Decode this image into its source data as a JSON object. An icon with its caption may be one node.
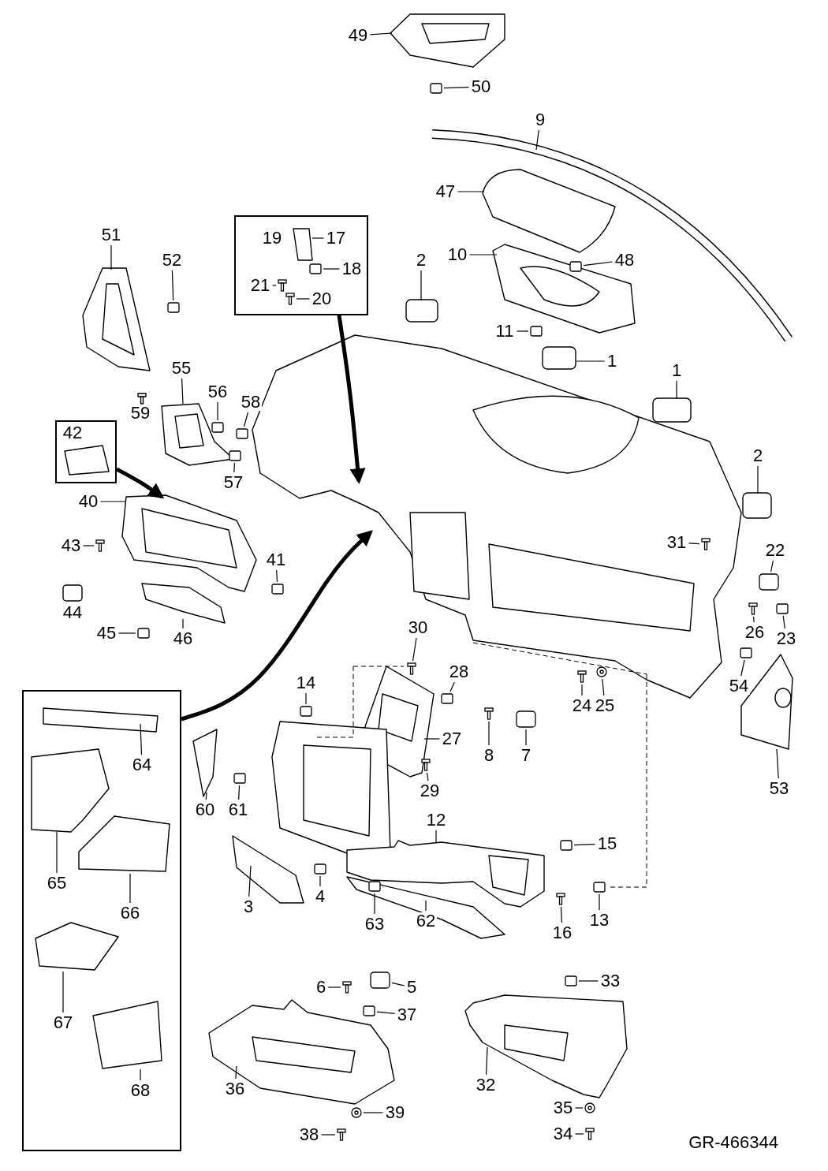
{
  "diagram": {
    "nodes": [
      {
        "text": [
          "49"
        ]
      },
      {
        "text": [
          "50"
        ]
      },
      {
        "text": [
          "9"
        ]
      },
      {
        "text": [
          "47"
        ]
      },
      {
        "text": [],
        "shape": "box"
      },
      {
        "text": [
          "19"
        ],
        "in": 4
      },
      {
        "text": [
          "17"
        ],
        "in": 4
      },
      {
        "text": [
          "18"
        ],
        "in": 4
      },
      {
        "text": [
          "21"
        ],
        "in": 4
      },
      {
        "text": [
          "20"
        ],
        "in": 4
      },
      {
        "text": [
          "51"
        ]
      },
      {
        "text": [
          "52"
        ]
      },
      {
        "text": [
          "10"
        ]
      },
      {
        "text": [
          "48"
        ]
      },
      {
        "text": [
          "2"
        ]
      },
      {
        "text": [
          "11"
        ]
      },
      {
        "text": [
          "1"
        ]
      },
      {
        "text": [
          "1"
        ]
      },
      {
        "text": [
          "55"
        ]
      },
      {
        "text": [
          "56"
        ]
      },
      {
        "text": [
          "58"
        ]
      },
      {
        "text": [],
        "shape": "box"
      },
      {
        "text": [
          "42"
        ],
        "in": 21
      },
      {
        "text": [
          "2"
        ]
      },
      {
        "text": [
          "40"
        ]
      },
      {
        "text": [
          "43"
        ]
      },
      {
        "text": [
          "57"
        ]
      },
      {
        "text": [
          "31"
        ]
      },
      {
        "text": [
          "22"
        ]
      },
      {
        "text": [
          "41"
        ]
      },
      {
        "text": [
          "45"
        ]
      },
      {
        "text": [
          "46"
        ]
      },
      {
        "text": [
          "26"
        ]
      },
      {
        "text": [
          "23"
        ]
      },
      {
        "text": [
          "30"
        ]
      },
      {
        "text": [
          "54"
        ]
      },
      {
        "text": [
          "28"
        ]
      },
      {
        "text": [],
        "shape": "box"
      },
      {
        "text": [
          "64"
        ],
        "in": 37
      },
      {
        "text": [
          "65"
        ],
        "in": 37
      },
      {
        "text": [
          "66"
        ],
        "in": 37
      },
      {
        "text": [
          "67"
        ],
        "in": 37
      },
      {
        "text": [
          "68"
        ],
        "in": 37
      },
      {
        "text": [
          "14"
        ]
      },
      {
        "text": [
          "24"
        ]
      },
      {
        "text": [
          "25"
        ]
      },
      {
        "text": [
          "27"
        ]
      },
      {
        "text": [
          "8"
        ]
      },
      {
        "text": [
          "7"
        ]
      },
      {
        "text": [
          "53"
        ]
      },
      {
        "text": [
          "29"
        ]
      },
      {
        "text": [
          "60"
        ]
      },
      {
        "text": [
          "61"
        ]
      },
      {
        "text": [
          "12"
        ]
      },
      {
        "text": [
          "15"
        ]
      },
      {
        "text": [
          "3"
        ]
      },
      {
        "text": [
          "4"
        ]
      },
      {
        "text": [
          "63"
        ]
      },
      {
        "text": [
          "62"
        ]
      },
      {
        "text": [
          "16"
        ]
      },
      {
        "text": [
          "13"
        ]
      },
      {
        "text": [
          "6"
        ]
      },
      {
        "text": [
          "5"
        ]
      },
      {
        "text": [
          "33"
        ]
      },
      {
        "text": [
          "37"
        ]
      },
      {
        "text": [
          "36"
        ]
      },
      {
        "text": [
          "32"
        ]
      },
      {
        "text": [
          "39"
        ]
      },
      {
        "text": [
          "35"
        ]
      },
      {
        "text": [
          "38"
        ]
      },
      {
        "text": [
          "34"
        ]
      },
      {
        "text": [],
        "shape": "clip"
      },
      {
        "text": [],
        "shape": "clip"
      },
      {
        "text": [],
        "shape": "clip",
        "in": 4
      },
      {
        "text": [],
        "shape": "screw",
        "in": 4
      },
      {
        "text": [],
        "shape": "screw",
        "in": 4
      },
      {
        "text": [],
        "shape": "clip"
      },
      {
        "text": [],
        "shape": "clip"
      },
      {
        "text": [],
        "shape": "clip"
      },
      {
        "text": [],
        "shape": "clip"
      },
      {
        "text": [],
        "shape": "clip"
      },
      {
        "text": [],
        "shape": "screw"
      },
      {
        "text": [],
        "shape": "screw"
      },
      {
        "text": [],
        "shape": "block"
      },
      {
        "text": [],
        "shape": "clip"
      },
      {
        "text": [],
        "shape": "screw"
      },
      {
        "text": [],
        "shape": "clip"
      },
      {
        "text": [],
        "shape": "clip"
      },
      {
        "text": [],
        "shape": "clip"
      },
      {
        "text": [],
        "shape": "screw"
      },
      {
        "text": [],
        "shape": "washer"
      },
      {
        "text": [],
        "shape": "screw"
      },
      {
        "text": [],
        "shape": "clip"
      },
      {
        "text": [],
        "shape": "clip"
      },
      {
        "text": [],
        "shape": "screw"
      },
      {
        "text": [],
        "shape": "block"
      },
      {
        "text": [],
        "shape": "screw"
      },
      {
        "text": [],
        "shape": "clip"
      },
      {
        "text": [],
        "shape": "clip"
      },
      {
        "text": [],
        "shape": "clip"
      },
      {
        "text": [],
        "shape": "clip"
      },
      {
        "text": [],
        "shape": "clip"
      },
      {
        "text": [],
        "shape": "screw"
      },
      {
        "text": [],
        "shape": "block"
      },
      {
        "text": [],
        "shape": "clip"
      },
      {
        "text": [],
        "shape": "screw"
      },
      {
        "text": [],
        "shape": "clip"
      },
      {
        "text": [],
        "shape": "washer"
      },
      {
        "text": [],
        "shape": "washer"
      },
      {
        "text": [],
        "shape": "screw"
      },
      {
        "text": [],
        "shape": "screw"
      }
    ],
    "edges": [
      {
        "from": 0,
        "to": null,
        "arrow": "none"
      },
      {
        "from": 1,
        "to": 71,
        "arrow": "none"
      },
      {
        "from": 2,
        "to": null,
        "arrow": "none"
      },
      {
        "from": 3,
        "to": null,
        "arrow": "none"
      },
      {
        "from": 4,
        "to": null,
        "arrow": "to",
        "style": "thick"
      },
      {
        "from": 6,
        "to": null,
        "arrow": "none"
      },
      {
        "from": 7,
        "to": 73,
        "arrow": "none"
      },
      {
        "from": 8,
        "to": 74,
        "arrow": "none"
      },
      {
        "from": 9,
        "to": 75,
        "arrow": "none"
      },
      {
        "from": 10,
        "to": null,
        "arrow": "none"
      },
      {
        "from": 11,
        "to": 76,
        "arrow": "none"
      },
      {
        "from": 12,
        "to": null,
        "arrow": "none"
      },
      {
        "from": 13,
        "to": 72,
        "arrow": "none"
      },
      {
        "from": 14,
        "to": null,
        "arrow": "none"
      },
      {
        "from": 15,
        "to": 77,
        "arrow": "none"
      },
      {
        "from": 16,
        "to": null,
        "arrow": "none"
      },
      {
        "from": 17,
        "to": null,
        "arrow": "none"
      },
      {
        "from": 18,
        "to": null,
        "arrow": "none"
      },
      {
        "from": 19,
        "to": 78,
        "arrow": "none"
      },
      {
        "from": 20,
        "to": 79,
        "arrow": "none"
      },
      {
        "from": 21,
        "to": null,
        "arrow": "to",
        "style": "thick"
      },
      {
        "from": 23,
        "to": null,
        "arrow": "none"
      },
      {
        "from": 24,
        "to": null,
        "arrow": "none"
      },
      {
        "from": 25,
        "to": 82,
        "arrow": "none"
      },
      {
        "from": 26,
        "to": 80,
        "arrow": "none"
      },
      {
        "from": 27,
        "to": 81,
        "arrow": "none"
      },
      {
        "from": 28,
        "to": 83,
        "arrow": "none"
      },
      {
        "from": 29,
        "to": 84,
        "arrow": "none"
      },
      {
        "from": 30,
        "to": 87,
        "arrow": "none"
      },
      {
        "from": 31,
        "to": null,
        "arrow": "none"
      },
      {
        "from": 32,
        "to": 85,
        "arrow": "none"
      },
      {
        "from": 33,
        "to": 86,
        "arrow": "none"
      },
      {
        "from": 34,
        "to": 89,
        "arrow": "none"
      },
      {
        "from": 35,
        "to": 88,
        "arrow": "none"
      },
      {
        "from": 36,
        "to": 92,
        "arrow": "none"
      },
      {
        "from": 37,
        "to": null,
        "arrow": "to",
        "style": "thick"
      },
      {
        "from": 38,
        "to": null,
        "arrow": "none"
      },
      {
        "from": 39,
        "to": null,
        "arrow": "none"
      },
      {
        "from": 40,
        "to": null,
        "arrow": "none"
      },
      {
        "from": 41,
        "to": null,
        "arrow": "none"
      },
      {
        "from": 42,
        "to": null,
        "arrow": "none"
      },
      {
        "from": 43,
        "to": 93,
        "arrow": "none"
      },
      {
        "from": 44,
        "to": 91,
        "arrow": "none"
      },
      {
        "from": 45,
        "to": 90,
        "arrow": "none"
      },
      {
        "from": 46,
        "to": null,
        "arrow": "none"
      },
      {
        "from": 47,
        "to": 94,
        "arrow": "none"
      },
      {
        "from": 48,
        "to": 95,
        "arrow": "none"
      },
      {
        "from": 49,
        "to": null,
        "arrow": "none"
      },
      {
        "from": 50,
        "to": 96,
        "arrow": "none"
      },
      {
        "from": 51,
        "to": null,
        "arrow": "none"
      },
      {
        "from": 52,
        "to": 97,
        "arrow": "none"
      },
      {
        "from": 53,
        "to": null,
        "arrow": "none"
      },
      {
        "from": 54,
        "to": 98,
        "arrow": "none"
      },
      {
        "from": 55,
        "to": null,
        "arrow": "none"
      },
      {
        "from": 56,
        "to": 99,
        "arrow": "none"
      },
      {
        "from": 57,
        "to": 100,
        "arrow": "none"
      },
      {
        "from": 58,
        "to": null,
        "arrow": "none"
      },
      {
        "from": 59,
        "to": 102,
        "arrow": "none"
      },
      {
        "from": 60,
        "to": 101,
        "arrow": "none"
      },
      {
        "from": 61,
        "to": 105,
        "arrow": "none"
      },
      {
        "from": 62,
        "to": 103,
        "arrow": "none"
      },
      {
        "from": 63,
        "to": 104,
        "arrow": "none"
      },
      {
        "from": 64,
        "to": 106,
        "arrow": "none"
      },
      {
        "from": 65,
        "to": null,
        "arrow": "none"
      },
      {
        "from": 66,
        "to": null,
        "arrow": "none"
      },
      {
        "from": 67,
        "to": 108,
        "arrow": "none"
      },
      {
        "from": 68,
        "to": 107,
        "arrow": "none"
      },
      {
        "from": 69,
        "to": 109,
        "arrow": "none"
      },
      {
        "from": 70,
        "to": 110,
        "arrow": "none"
      }
    ],
    "labels": [
      "59",
      "44",
      "GR-466344"
    ]
  }
}
